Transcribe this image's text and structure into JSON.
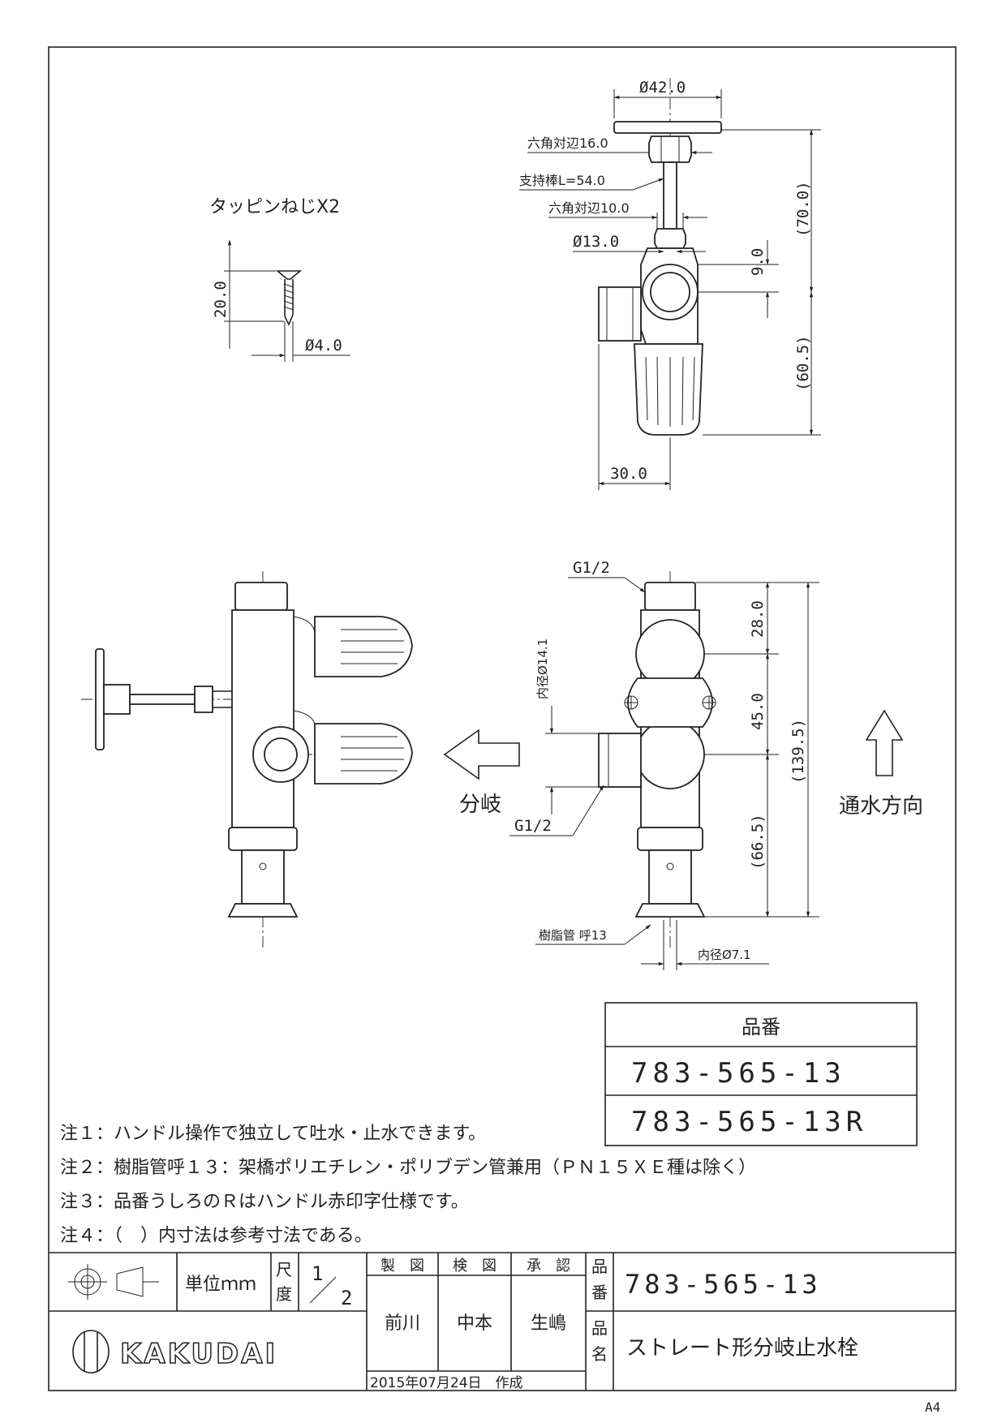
{
  "screw": {
    "title": "タッピンねじX2",
    "dim_length": "20.0",
    "dim_dia": "Ø4.0"
  },
  "top_view": {
    "dim_top": "Ø42.0",
    "hex16": "六角対辺16.0",
    "support_rod": "支持棒L=54.0",
    "hex10": "六角対辺10.0",
    "dia13": "Ø13.0",
    "dim_9": "9.0",
    "dim_70": "(70.0)",
    "dim_605": "(60.5)",
    "dim_30": "30.0"
  },
  "front_view": {
    "g_top": "G1/2",
    "g_side": "G1/2",
    "inner_dia_141": "内径Ø14.1",
    "dim_28": "28.0",
    "dim_45": "45.0",
    "dim_1395": "(139.5)",
    "dim_665": "(66.5)",
    "resin_pipe": "樹脂管 呼13",
    "inner_dia_71": "内径Ø7.1",
    "branch": "分岐",
    "flow_direction": "通水方向"
  },
  "part_table": {
    "header": "品番",
    "rows": [
      "783-565-13",
      "783-565-13R"
    ]
  },
  "notes": [
    "注１：ハンドル操作で独立して吐水・止水できます。",
    "注２：樹脂管呼１３：架橋ポリエチレン・ポリブデン管兼用（ＰＮ１５ＸＥ種は除く）",
    "注３：品番うしろのＲはハンドル赤印字仕様です。",
    "注４：（　）内寸法は参考寸法である。"
  ],
  "title_block": {
    "unit": "単位ｍｍ",
    "scale_label_1": "尺",
    "scale_label_2": "度",
    "scale_num": "1",
    "scale_den": "2",
    "drawn_label": "製　図",
    "checked_label": "検　図",
    "approved_label": "承　認",
    "drawn_by": "前川",
    "checked_by": "中本",
    "approved_by": "生嶋",
    "part_no_label_1": "品",
    "part_no_label_2": "番",
    "part_no": "783-565-13",
    "name_label_1": "品",
    "name_label_2": "名",
    "product_name": "ストレート形分岐止水栓",
    "date": "2015年07月24日　作成",
    "brand": "KAKUDAI",
    "paper_size": "A4"
  }
}
